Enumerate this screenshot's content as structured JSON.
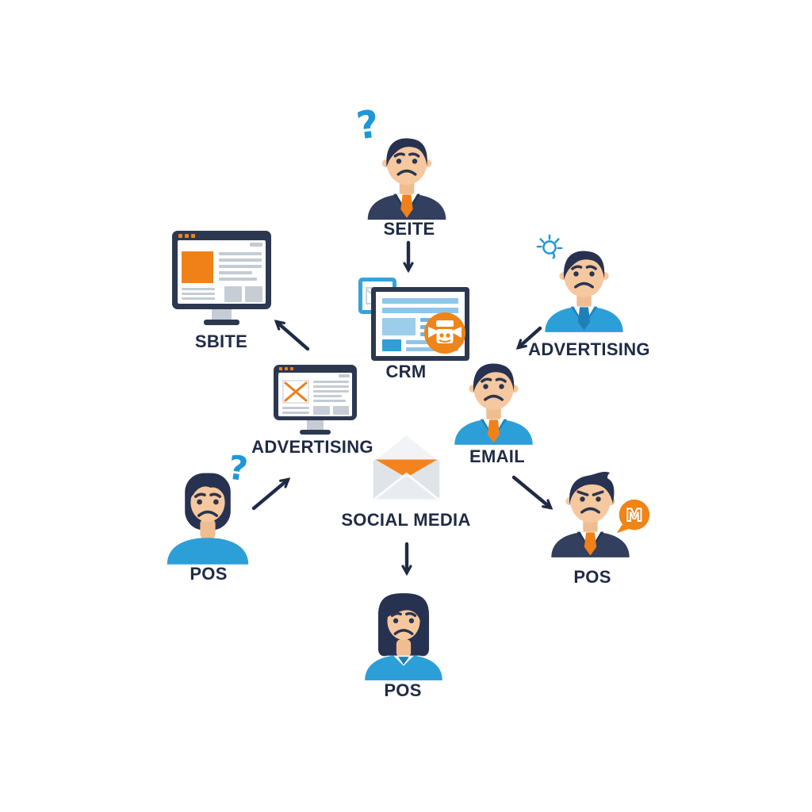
{
  "diagram": {
    "labels": {
      "seite": "SEITE",
      "sbite": "SBITE",
      "crm": "CRM",
      "advertising_person": "ADVERTISING",
      "advertising_monitor": "ADVERTISING",
      "email": "EMAIL",
      "social_media": "SOCIAL MEDIA",
      "pos_left": "POS",
      "pos_right": "POS",
      "pos_bottom": "POS"
    },
    "glyphs": {
      "question_mark": "?",
      "mail_badge_letter": "M"
    },
    "colors": {
      "navy_text": "#1f2b45",
      "suit_navy": "#323f5e",
      "suit_blue": "#2d9fd8",
      "hair_navy": "#273250",
      "skin": "#f6c89f",
      "orange_accent": "#f5831d",
      "question_mark_blue": "#1e97d8",
      "gray_ui": "#c3ccd4",
      "arrow": "#1f2b45"
    }
  }
}
